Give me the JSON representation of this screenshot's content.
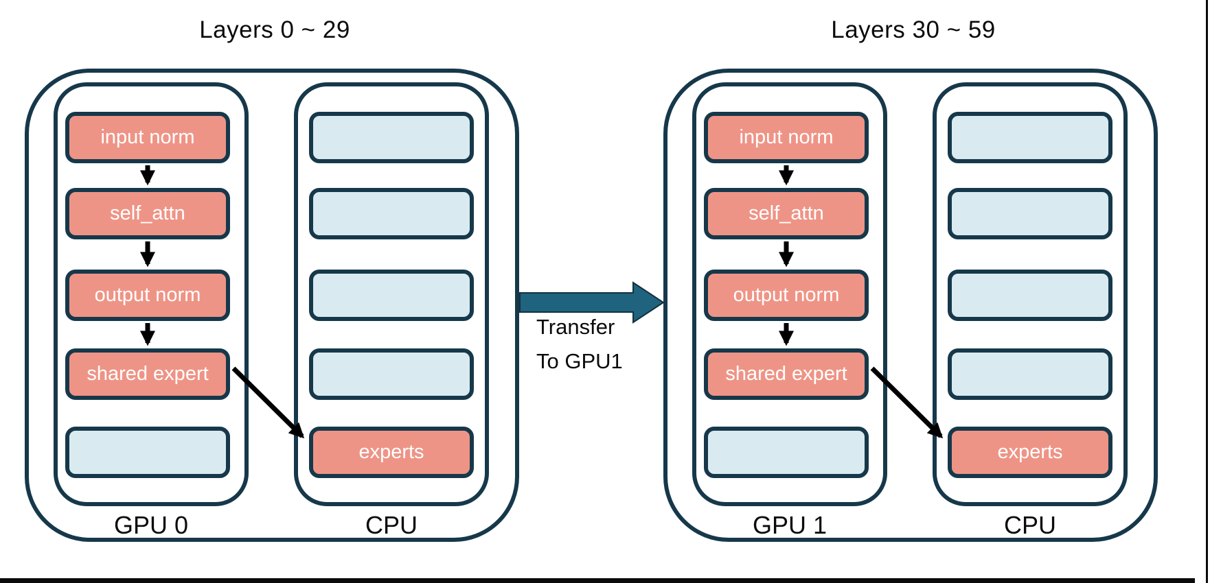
{
  "colors": {
    "border-navy": "#16384a",
    "salmon": "#ee9486",
    "light-blue": "#d9ebf1",
    "arrow-teal": "#1f637e",
    "ink": "#0b0b0b",
    "bg": "#ffffff"
  },
  "panels": [
    {
      "title": "Layers 0 ~ 29",
      "gpu": {
        "label": "GPU 0",
        "modules": [
          "input norm",
          "self_attn",
          "output norm",
          "shared expert"
        ]
      },
      "cpu": {
        "label": "CPU",
        "experts_label": "experts"
      }
    },
    {
      "title": "Layers 30 ~ 59",
      "gpu": {
        "label": "GPU 1",
        "modules": [
          "input norm",
          "self_attn",
          "output norm",
          "shared expert"
        ]
      },
      "cpu": {
        "label": "CPU",
        "experts_label": "experts"
      }
    }
  ],
  "transfer": {
    "line1": "Transfer",
    "line2": "To GPU1"
  }
}
